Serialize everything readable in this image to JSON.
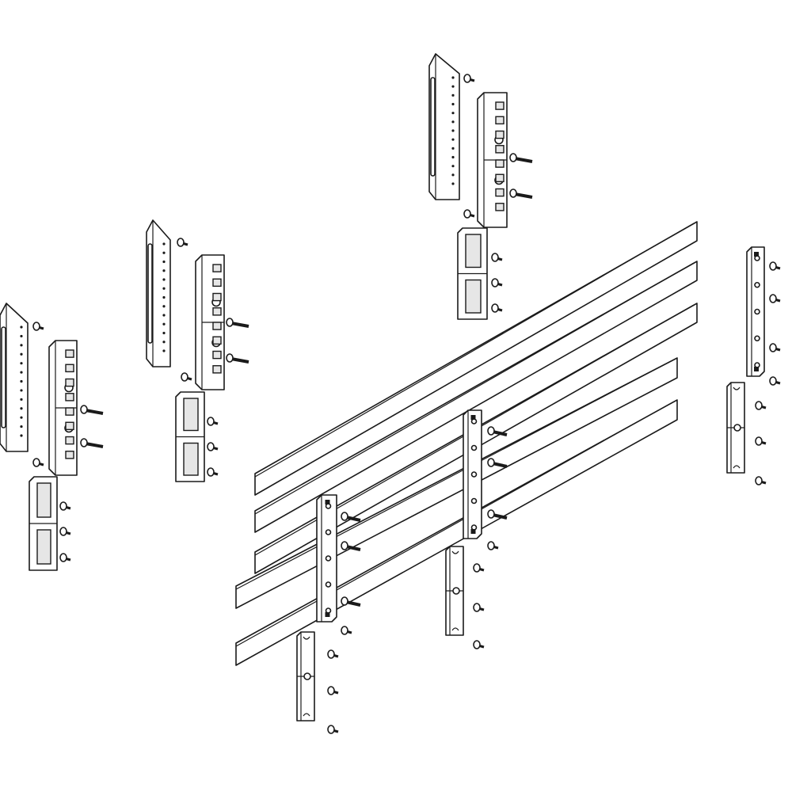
{
  "diagram": {
    "type": "exploded-assembly-drawing",
    "colors": {
      "line": "#1a1a1a",
      "fill": "#ffffff",
      "shade": "#e6e6e6"
    },
    "parts": [
      "busbar",
      "busbar-support",
      "busbar-clip",
      "mounting-bracket",
      "comb-holder",
      "screw"
    ]
  }
}
